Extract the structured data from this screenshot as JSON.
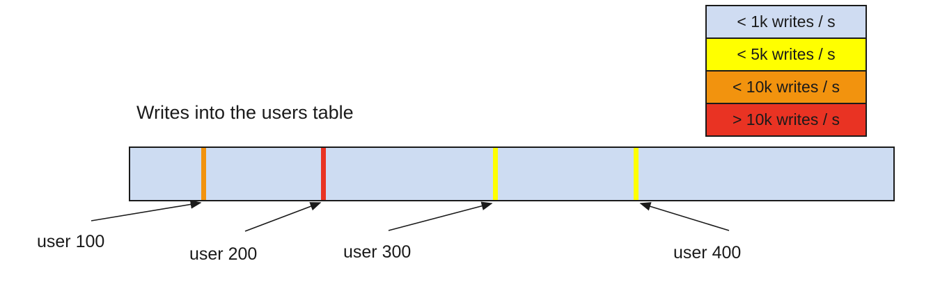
{
  "title": "Writes into the users table",
  "legend": {
    "items": [
      {
        "label": "< 1k writes / s",
        "color": "#cfdcf2"
      },
      {
        "label": "< 5k writes / s",
        "color": "#ffff00"
      },
      {
        "label": "< 10k writes / s",
        "color": "#f2930e"
      },
      {
        "label": "> 10k writes / s",
        "color": "#e93323"
      }
    ]
  },
  "bar": {
    "fill_color": "#cddcf2",
    "border_color": "#1a1a1a",
    "marks": [
      {
        "label": "user 100",
        "rate": "< 10k writes / s",
        "color": "#f2930e"
      },
      {
        "label": "user 200",
        "rate": "> 10k writes / s",
        "color": "#e93323"
      },
      {
        "label": "user 300",
        "rate": "< 5k writes / s",
        "color": "#ffff00"
      },
      {
        "label": "user 400",
        "rate": "< 5k writes / s",
        "color": "#ffff00"
      }
    ]
  }
}
